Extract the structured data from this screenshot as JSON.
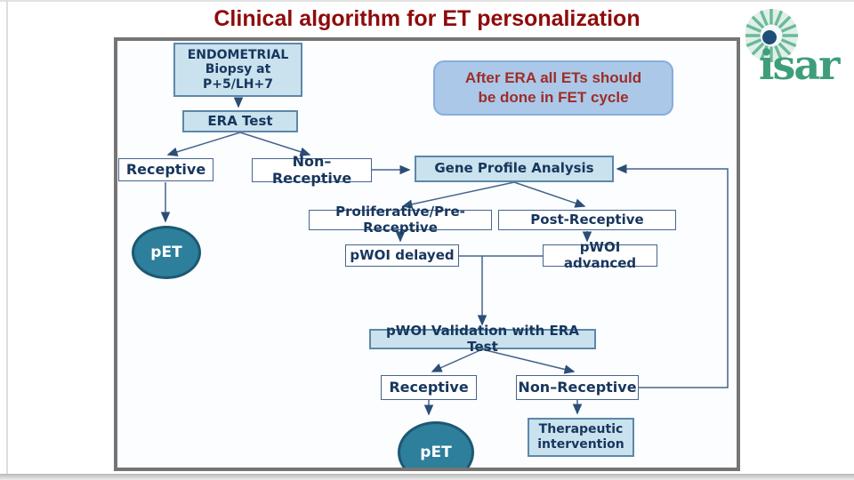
{
  "page": {
    "title": "Clinical algorithm for ET personalization"
  },
  "logo": {
    "text": "isar"
  },
  "note": {
    "text": "After ERA all ETs should\nbe done in FET cycle"
  },
  "flowchart": {
    "nodes": {
      "endometrial": "ENDOMETRIAL\nBiopsy at\nP+5/LH+7",
      "era_test": "ERA Test",
      "receptive_top": "Receptive",
      "non_receptive_top": "Non–Receptive",
      "gene_profile": "Gene Profile Analysis",
      "proliferative": "Proliferative/Pre-Receptive",
      "post_receptive": "Post-Receptive",
      "pwoi_delayed": "pWOI delayed",
      "pwoi_advanced": "pWOI advanced",
      "pet_top": "pET",
      "pwoi_validation": "pWOI Validation with ERA Test",
      "receptive_bottom": "Receptive",
      "non_receptive_bottom": "Non–Receptive",
      "pet_bottom": "pET",
      "therapeutic": "Therapeutic\nintervention"
    },
    "edges": [
      {
        "from": "endometrial",
        "to": "era_test"
      },
      {
        "from": "era_test",
        "to": "receptive_top"
      },
      {
        "from": "era_test",
        "to": "non_receptive_top"
      },
      {
        "from": "non_receptive_top",
        "to": "gene_profile"
      },
      {
        "from": "gene_profile",
        "to": "proliferative"
      },
      {
        "from": "gene_profile",
        "to": "post_receptive"
      },
      {
        "from": "proliferative",
        "to": "pwoi_delayed"
      },
      {
        "from": "post_receptive",
        "to": "pwoi_advanced"
      },
      {
        "from": "receptive_top",
        "to": "pet_top"
      },
      {
        "from": "pwoi_delayed",
        "to": "pwoi_validation"
      },
      {
        "from": "pwoi_advanced",
        "to": "pwoi_validation"
      },
      {
        "from": "pwoi_validation",
        "to": "receptive_bottom"
      },
      {
        "from": "pwoi_validation",
        "to": "non_receptive_bottom"
      },
      {
        "from": "receptive_bottom",
        "to": "pet_bottom"
      },
      {
        "from": "non_receptive_bottom",
        "to": "therapeutic"
      },
      {
        "from": "non_receptive_bottom",
        "to": "gene_profile"
      }
    ]
  },
  "colors": {
    "title": "#8e0b0b",
    "note_text": "#9e2d28",
    "node_text": "#17365d",
    "teal": "#2d7f9b",
    "light_blue": "#c9e2ee",
    "logo_green": "#3e9e79"
  }
}
